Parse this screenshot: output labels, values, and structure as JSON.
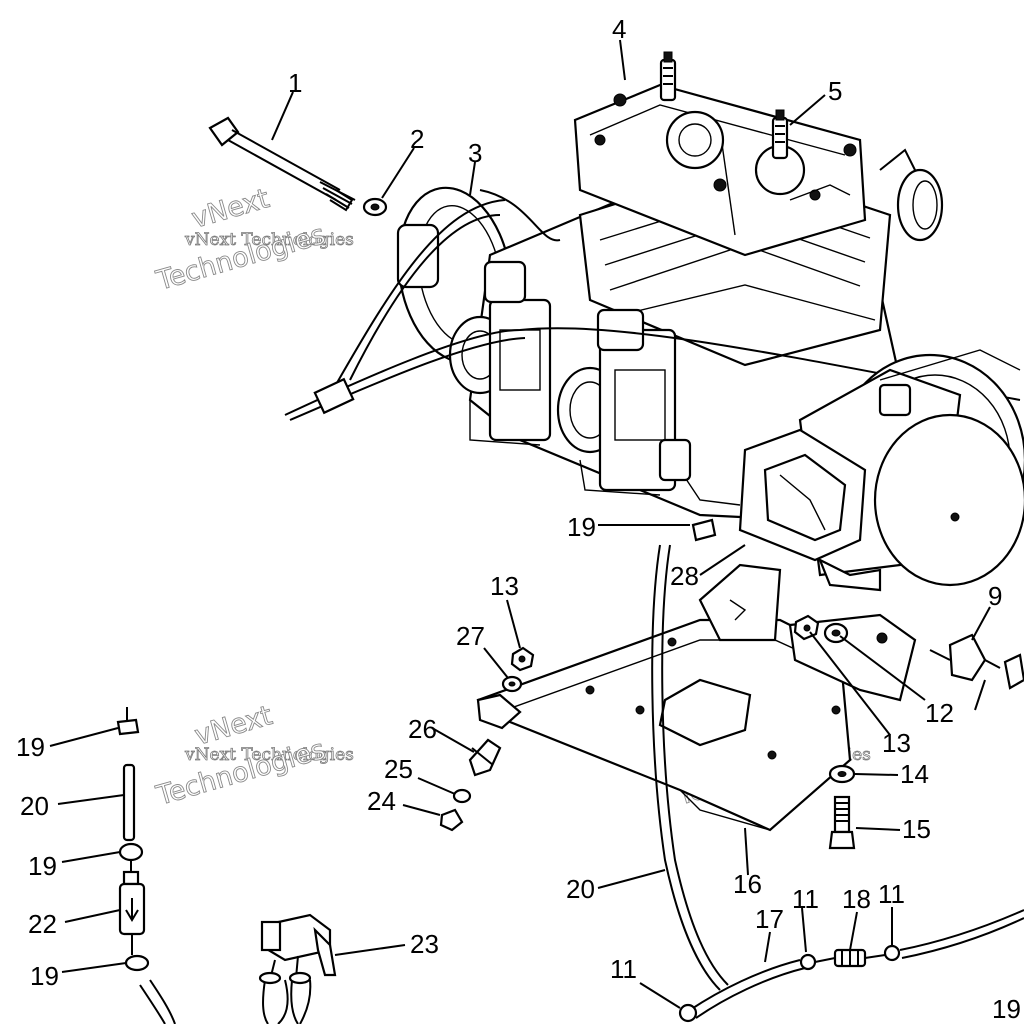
{
  "callouts": [
    {
      "id": "c1",
      "text": "1"
    },
    {
      "id": "c2",
      "text": "2"
    },
    {
      "id": "c3",
      "text": "3"
    },
    {
      "id": "c4",
      "text": "4"
    },
    {
      "id": "c5",
      "text": "5"
    },
    {
      "id": "c9",
      "text": "9"
    },
    {
      "id": "c11a",
      "text": "11"
    },
    {
      "id": "c11b",
      "text": "11"
    },
    {
      "id": "c11c",
      "text": "11"
    },
    {
      "id": "c12",
      "text": "12"
    },
    {
      "id": "c13a",
      "text": "13"
    },
    {
      "id": "c13b",
      "text": "13"
    },
    {
      "id": "c14",
      "text": "14"
    },
    {
      "id": "c15",
      "text": "15"
    },
    {
      "id": "c16",
      "text": "16"
    },
    {
      "id": "c17",
      "text": "17"
    },
    {
      "id": "c18",
      "text": "18"
    },
    {
      "id": "c19a",
      "text": "19"
    },
    {
      "id": "c19b",
      "text": "19"
    },
    {
      "id": "c19c",
      "text": "19"
    },
    {
      "id": "c19d",
      "text": "19"
    },
    {
      "id": "c19e",
      "text": "19"
    },
    {
      "id": "c20a",
      "text": "20"
    },
    {
      "id": "c20b",
      "text": "20"
    },
    {
      "id": "c22",
      "text": "22"
    },
    {
      "id": "c23",
      "text": "23"
    },
    {
      "id": "c24",
      "text": "24"
    },
    {
      "id": "c25",
      "text": "25"
    },
    {
      "id": "c26",
      "text": "26"
    },
    {
      "id": "c27",
      "text": "27"
    },
    {
      "id": "c28",
      "text": "28"
    }
  ],
  "watermark": {
    "line1": "vNext Technologies",
    "line2": "Technologies",
    "line3": "vNext"
  }
}
